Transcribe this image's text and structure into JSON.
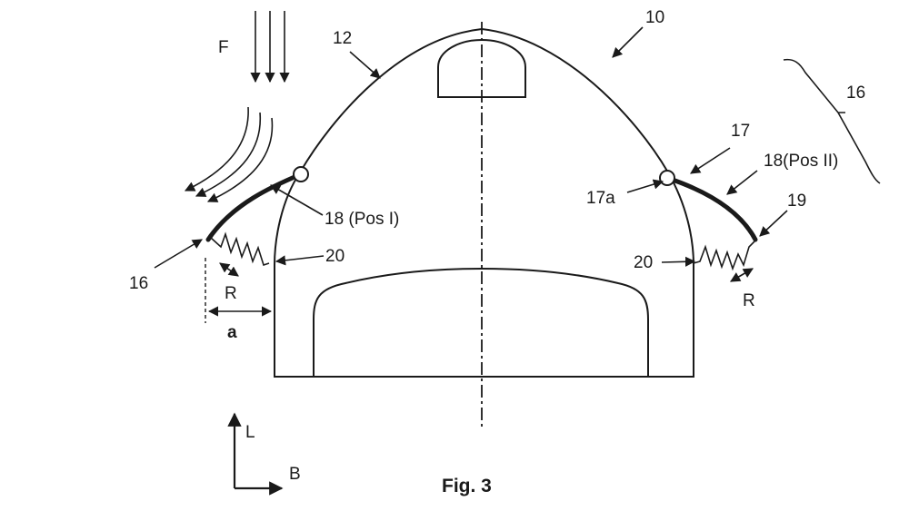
{
  "labels": {
    "ref_10": "10",
    "ref_12": "12",
    "ref_16_left": "16",
    "ref_16_bracket": "16",
    "ref_17": "17",
    "ref_17a": "17a",
    "ref_18_pos_i": "18 (Pos I)",
    "ref_18_pos_ii": "18(Pos II)",
    "ref_19": "19",
    "ref_20_left": "20",
    "ref_20_right": "20",
    "force": "F",
    "r_left": "R",
    "r_right": "R",
    "dist_a": "a",
    "axis_l": "L",
    "axis_b": "B"
  },
  "caption": "Fig. 3",
  "colors": {
    "ink": "#1a1a1a",
    "background": "#ffffff"
  }
}
